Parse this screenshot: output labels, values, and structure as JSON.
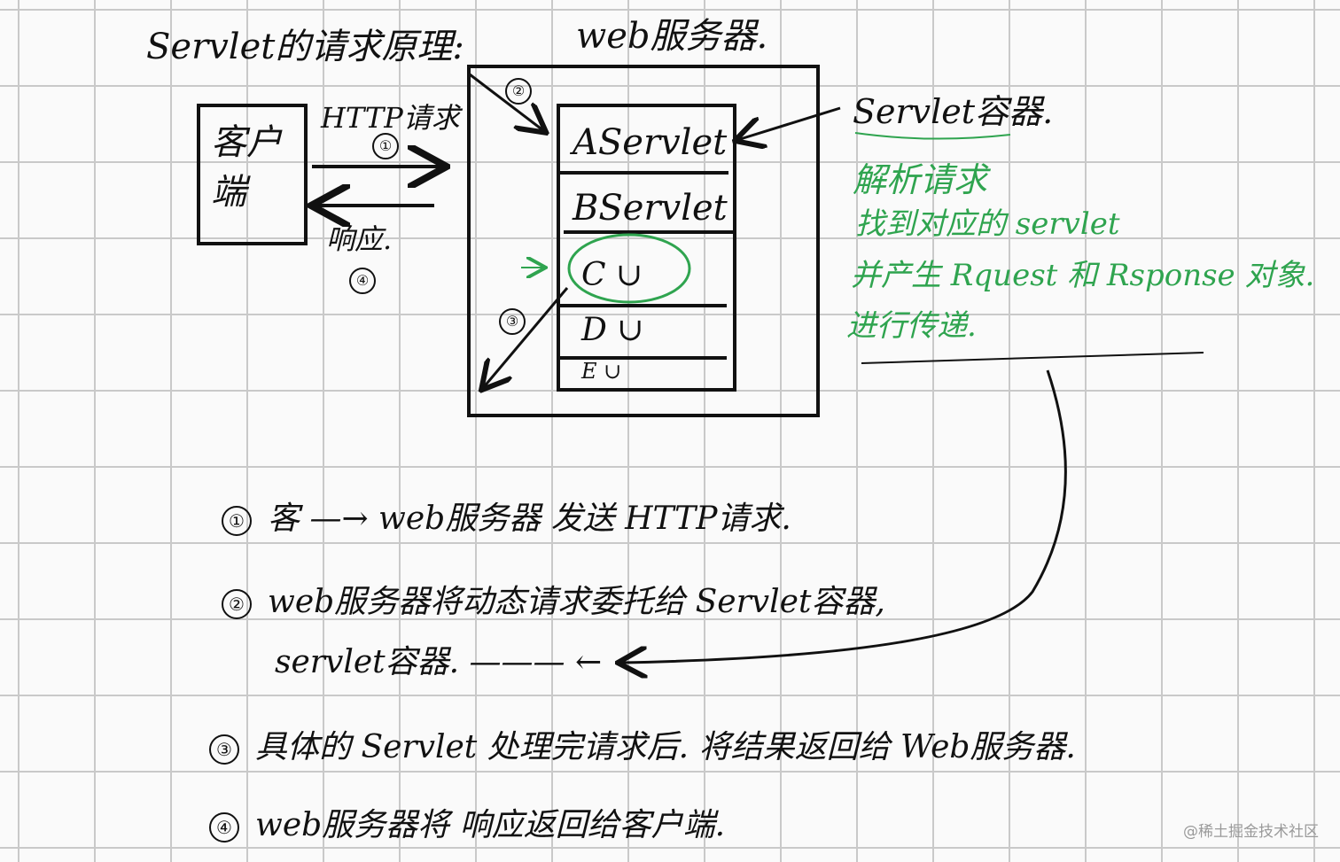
{
  "title": "Servlet的请求原理:",
  "web_server_title": "web服务器.",
  "client_label": "客户端",
  "http_request_label": "HTTP请求",
  "response_label": "响应.",
  "num_1": "①",
  "num_2": "②",
  "num_3": "③",
  "num_4": "④",
  "servlets": [
    "AServlet",
    "BServlet",
    "C ∪",
    "D ∪",
    "E ∪"
  ],
  "servlet_container_label": "Servlet容器.",
  "container_notes": [
    "解析请求",
    "找到对应的 servlet",
    "并产生 Rquest 和 Rsponse 对象.",
    "进行传递."
  ],
  "steps": [
    {
      "num": "①",
      "text": "客 —→ web服务器 发送 HTTP请求."
    },
    {
      "num": "②",
      "text": "web服务器将动态请求委托给 Servlet容器,"
    },
    {
      "num": "",
      "text": "servlet容器. ——— ←"
    },
    {
      "num": "③",
      "text": "具体的 Servlet 处理完请求后. 将结果返回给 Web服务器."
    },
    {
      "num": "④",
      "text": "web服务器将 响应返回给客户端."
    }
  ],
  "watermark": "@稀土掘金技术社区",
  "colors": {
    "ink": "#111111",
    "green": "#2fa44f",
    "grid": "#c9c9c9"
  }
}
